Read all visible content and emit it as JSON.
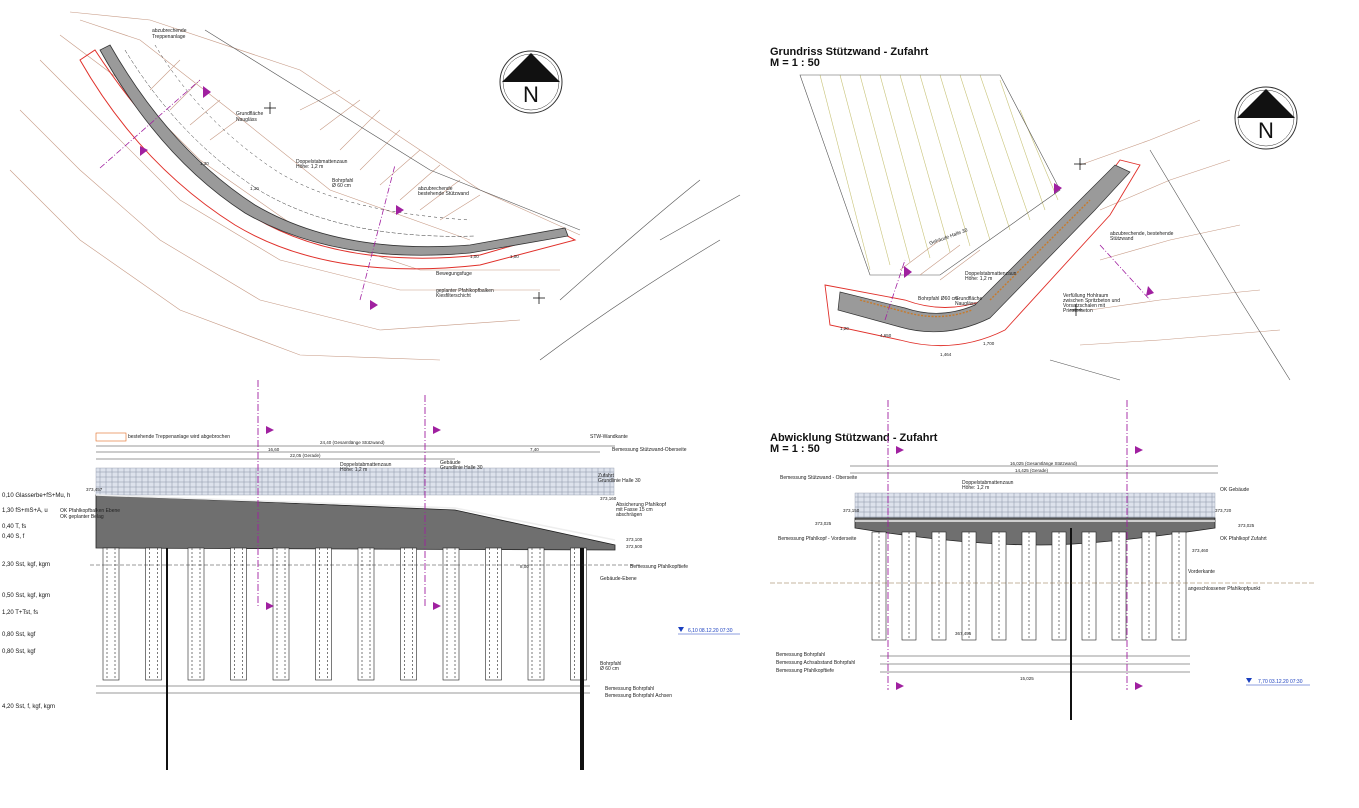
{
  "plan_right": {
    "title": "Grundriss Stützwand - Zufahrt",
    "scale": "M = 1 : 50"
  },
  "elevation_right": {
    "title": "Abwicklung Stützwand - Zufahrt",
    "scale": "M = 1 : 50",
    "stamp": "7,70 03.12.20 07:30"
  },
  "elevation_left": {
    "stamp": "6,10 08.12.20 07:30",
    "top_note": "bestehende Treppenanlage wird abgebrochen"
  },
  "legend_left": [
    "0,10  Glasserbe+fS+Mu, h",
    "1,30  fS+mS+A, u",
    "0,40  T, fs",
    "0,40  S, f",
    "2,30  Sst, kgf, kgm",
    "0,50  Sst, kgf, kgm",
    "1,20  T+Tst, fs",
    "0,80  Sst, kgf",
    "0,80  Sst, kgf",
    "4,20  Sst, f, kgf, kgm"
  ],
  "north_label": "N",
  "colors": {
    "line": "#333333",
    "red": "#e0302a",
    "magenta": "#a020a0",
    "grey_fill": "#9a9a9a",
    "dark_fill": "#6f6f6f",
    "stamp_blue": "#1a3fbf",
    "orange": "#e06a20"
  }
}
